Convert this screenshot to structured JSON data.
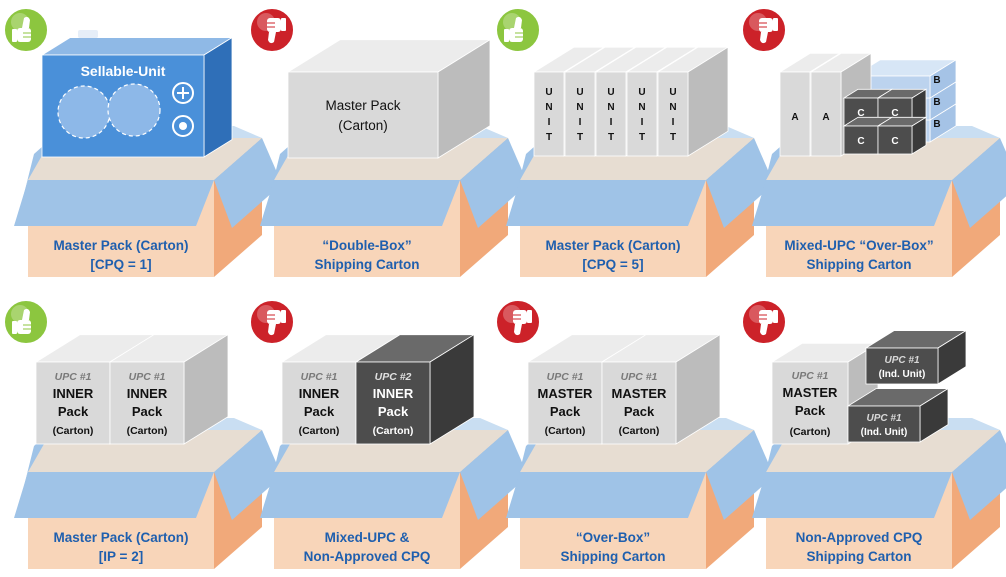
{
  "colors": {
    "thumb_up": "#8cc63f",
    "thumb_down": "#cc2229",
    "caption_text": "#1f5fae",
    "carton_front": "#f8d5b9",
    "carton_side": "#f1a97a",
    "carton_flap": "#9fc3e7",
    "box_light_front": "#d9d9d9",
    "box_light_side": "#bcbcbc",
    "box_light_top": "#ececec",
    "box_dark_front": "#4d4d4d",
    "box_dark_side": "#3a3a3a",
    "box_dark_top": "#6a6a6a",
    "box_blue_front": "#4a90d9",
    "box_blue_side": "#2f6fb8",
    "box_blue_top": "#8fb9e6"
  },
  "panels": [
    {
      "rating": "approved",
      "rating_icon": "thumbs-up-icon",
      "caption": [
        "Master Pack (Carton)",
        "[CPQ = 1]"
      ],
      "contents": {
        "kind": "sellable",
        "label": "Sellable-Unit"
      }
    },
    {
      "rating": "rejected",
      "rating_icon": "thumbs-down-icon",
      "caption": [
        "“Double-Box”",
        "Shipping Carton"
      ],
      "contents": {
        "kind": "single-box",
        "lines": [
          "Master Pack",
          "(Carton)"
        ]
      }
    },
    {
      "rating": "approved",
      "rating_icon": "thumbs-up-icon",
      "caption": [
        "Master Pack (Carton)",
        "[CPQ = 5]"
      ],
      "contents": {
        "kind": "units",
        "count": 5,
        "letters": [
          "U",
          "N",
          "I",
          "T"
        ]
      }
    },
    {
      "rating": "rejected",
      "rating_icon": "thumbs-down-icon",
      "caption": [
        "Mixed-UPC “Over-Box”",
        "Shipping Carton"
      ],
      "contents": {
        "kind": "mixed",
        "a": [
          "A",
          "A"
        ],
        "b": [
          "B",
          "B",
          "B"
        ],
        "c": [
          "C",
          "C",
          "C",
          "C"
        ]
      }
    },
    {
      "rating": "approved",
      "rating_icon": "thumbs-up-icon",
      "caption": [
        "Master Pack (Carton)",
        "[IP = 2]"
      ],
      "contents": {
        "kind": "two-boxes",
        "boxes": [
          {
            "upc": "UPC #1",
            "lines": [
              "INNER",
              "Pack"
            ],
            "sub": "(Carton)",
            "dark": false
          },
          {
            "upc": "UPC #1",
            "lines": [
              "INNER",
              "Pack"
            ],
            "sub": "(Carton)",
            "dark": false
          }
        ]
      }
    },
    {
      "rating": "rejected",
      "rating_icon": "thumbs-down-icon",
      "caption": [
        "Mixed-UPC &",
        "Non-Approved CPQ"
      ],
      "contents": {
        "kind": "two-boxes",
        "boxes": [
          {
            "upc": "UPC #1",
            "lines": [
              "INNER",
              "Pack"
            ],
            "sub": "(Carton)",
            "dark": false
          },
          {
            "upc": "UPC #2",
            "lines": [
              "INNER",
              "Pack"
            ],
            "sub": "(Carton)",
            "dark": true
          }
        ]
      }
    },
    {
      "rating": "rejected",
      "rating_icon": "thumbs-down-icon",
      "caption": [
        "“Over-Box”",
        "Shipping Carton"
      ],
      "contents": {
        "kind": "two-boxes",
        "boxes": [
          {
            "upc": "UPC #1",
            "lines": [
              "MASTER",
              "Pack"
            ],
            "sub": "(Carton)",
            "dark": false
          },
          {
            "upc": "UPC #1",
            "lines": [
              "MASTER",
              "Pack"
            ],
            "sub": "(Carton)",
            "dark": false
          }
        ]
      }
    },
    {
      "rating": "rejected",
      "rating_icon": "thumbs-down-icon",
      "caption": [
        "Non-Approved CPQ",
        "Shipping Carton"
      ],
      "contents": {
        "kind": "master-units",
        "master": {
          "upc": "UPC #1",
          "lines": [
            "MASTER",
            "Pack"
          ],
          "sub": "(Carton)"
        },
        "units": [
          {
            "upc": "UPC #1",
            "sub": "(Ind. Unit)"
          },
          {
            "upc": "UPC #1",
            "sub": "(Ind. Unit)"
          }
        ]
      }
    }
  ]
}
